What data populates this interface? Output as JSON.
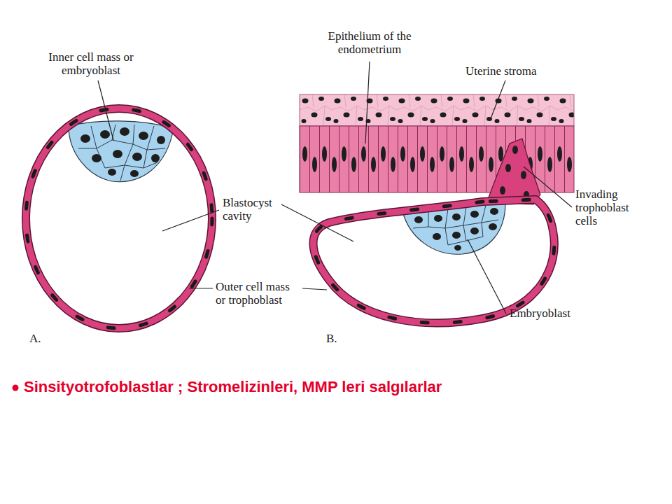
{
  "diagram": {
    "caption": "Sinsityotrofoblastlar ; Stromelizinleri, MMP leri salgılarlar",
    "labels": [
      "Inner cell mass or embryoblast",
      "Blastocyst cavity",
      "Outer cell mass or trophoblast",
      "A.",
      "Epithelium of the endometrium",
      "Uterine stroma",
      "Invading trophoblast cells",
      "Embryoblast",
      "B."
    ]
  }
}
